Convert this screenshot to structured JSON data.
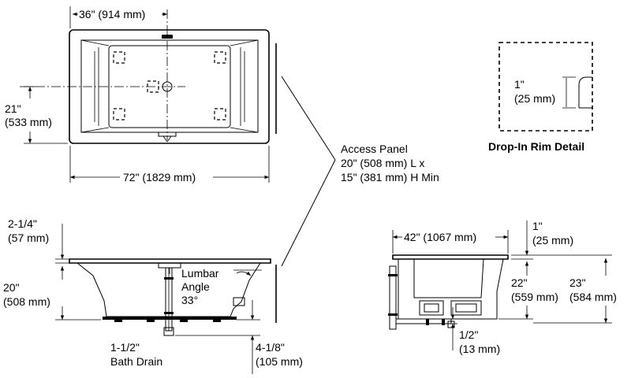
{
  "top_view": {
    "width_label": "36\" (914 mm)",
    "height_label_in": "21\"",
    "height_label_mm": "(533 mm)",
    "length_label": "72\" (1829 mm)"
  },
  "rim_detail": {
    "dim_in": "1\"",
    "dim_mm": "(25 mm)",
    "title": "Drop-In Rim Detail"
  },
  "access_panel": {
    "line1": "Access Panel",
    "line2": "20\" (508 mm) L x",
    "line3": "15\" (381 mm) H Min"
  },
  "side_view": {
    "rim_in": "2-1/4\"",
    "rim_mm": "(57 mm)",
    "height_in": "20\"",
    "height_mm": "(508 mm)",
    "lumbar_line1": "Lumbar",
    "lumbar_line2": "Angle",
    "lumbar_line3": "33°",
    "drain_line1": "1-1/2\"",
    "drain_line2": "Bath Drain",
    "drain_depth_in": "4-1/8\"",
    "drain_depth_mm": "(105 mm)"
  },
  "end_view": {
    "width_label": "42\" (1067 mm)",
    "rim_in": "1\"",
    "rim_mm": "(25 mm)",
    "h22_in": "22\"",
    "h22_mm": "(559 mm)",
    "h23_in": "23\"",
    "h23_mm": "(584 mm)",
    "half_in": "1/2\"",
    "half_mm": "(13 mm)"
  }
}
